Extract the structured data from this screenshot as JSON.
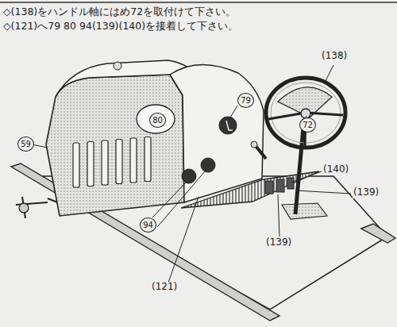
{
  "diagram": {
    "labels": [
      "◇(138)をハンドル軸にはめ72を取付けて下さい。",
      "◇(121)へ79 80 94(139)(140)を接着して下さい。",
      "(138)",
      "72",
      "79",
      "80",
      "59",
      "(140)",
      "(139)",
      "(139)",
      "94",
      "(121)"
    ]
  }
}
